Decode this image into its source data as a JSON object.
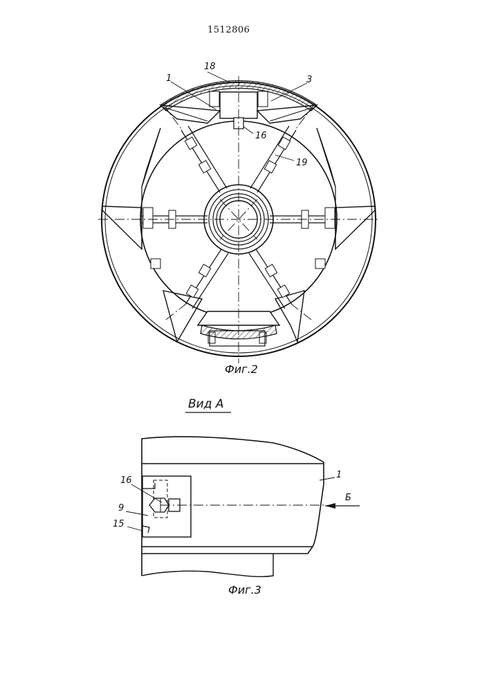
{
  "header": {
    "patent_number": "1512806"
  },
  "figure2": {
    "caption": "Фиг.2",
    "labels": {
      "l18": "18",
      "l1": "1",
      "l3": "3",
      "l16": "16",
      "l19": "19"
    }
  },
  "view": {
    "title": "Вид А"
  },
  "figure3": {
    "caption": "Фиг.3",
    "labels": {
      "l16": "16",
      "l9": "9",
      "l15": "15",
      "l1": "1",
      "b": "Б"
    }
  }
}
